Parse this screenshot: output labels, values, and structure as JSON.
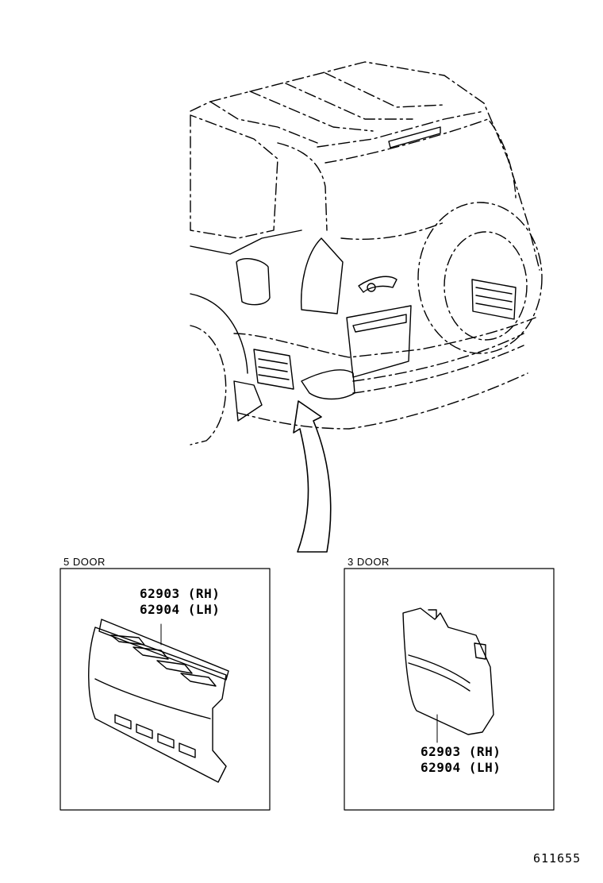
{
  "panels": [
    {
      "title": "5 DOOR",
      "parts": [
        "62903 (RH)",
        "62904 (LH)"
      ]
    },
    {
      "title": "3 DOOR",
      "parts": [
        "62903 (RH)",
        "62904 (LH)"
      ]
    }
  ],
  "figure_ref": "611655"
}
